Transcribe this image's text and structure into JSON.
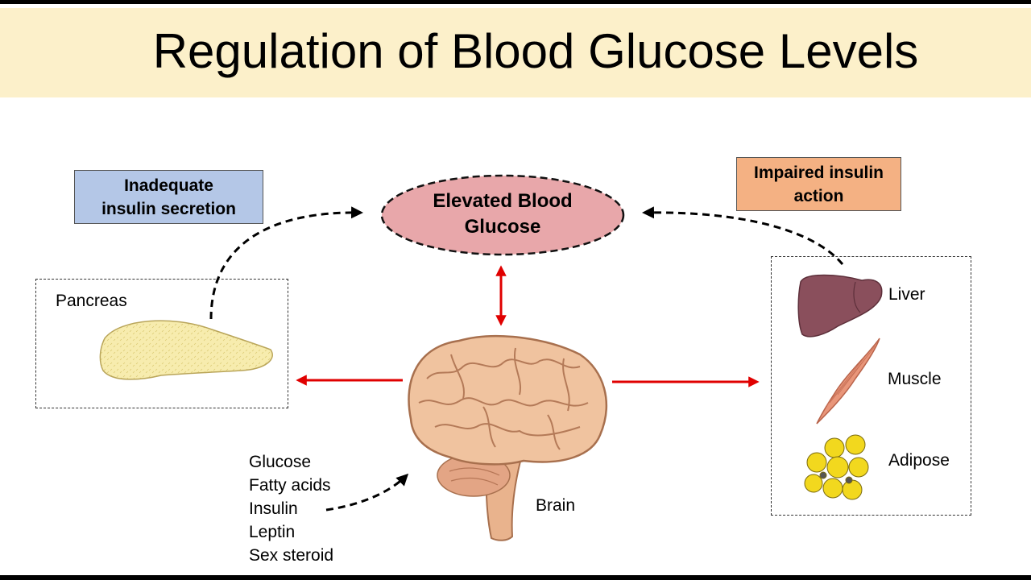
{
  "title": "Regulation of Blood Glucose Levels",
  "center": {
    "line1": "Elevated Blood",
    "line2": "Glucose"
  },
  "left_box": {
    "line1": "Inadequate",
    "line2": "insulin secretion"
  },
  "right_box": {
    "line1": "Impaired insulin",
    "line2": "action"
  },
  "pancreas": {
    "label": "Pancreas"
  },
  "organs": {
    "liver": "Liver",
    "muscle": "Muscle",
    "adipose": "Adipose"
  },
  "brain": {
    "label": "Brain"
  },
  "inputs": [
    "Glucose",
    "Fatty acids",
    "Insulin",
    "Leptin",
    "Sex steroid"
  ],
  "colors": {
    "header_bg": "#fcf0ca",
    "left_box": "#b4c7e7",
    "right_box": "#f4b183",
    "ellipse": "#e8a7aa",
    "arrow_red": "#e00000"
  }
}
